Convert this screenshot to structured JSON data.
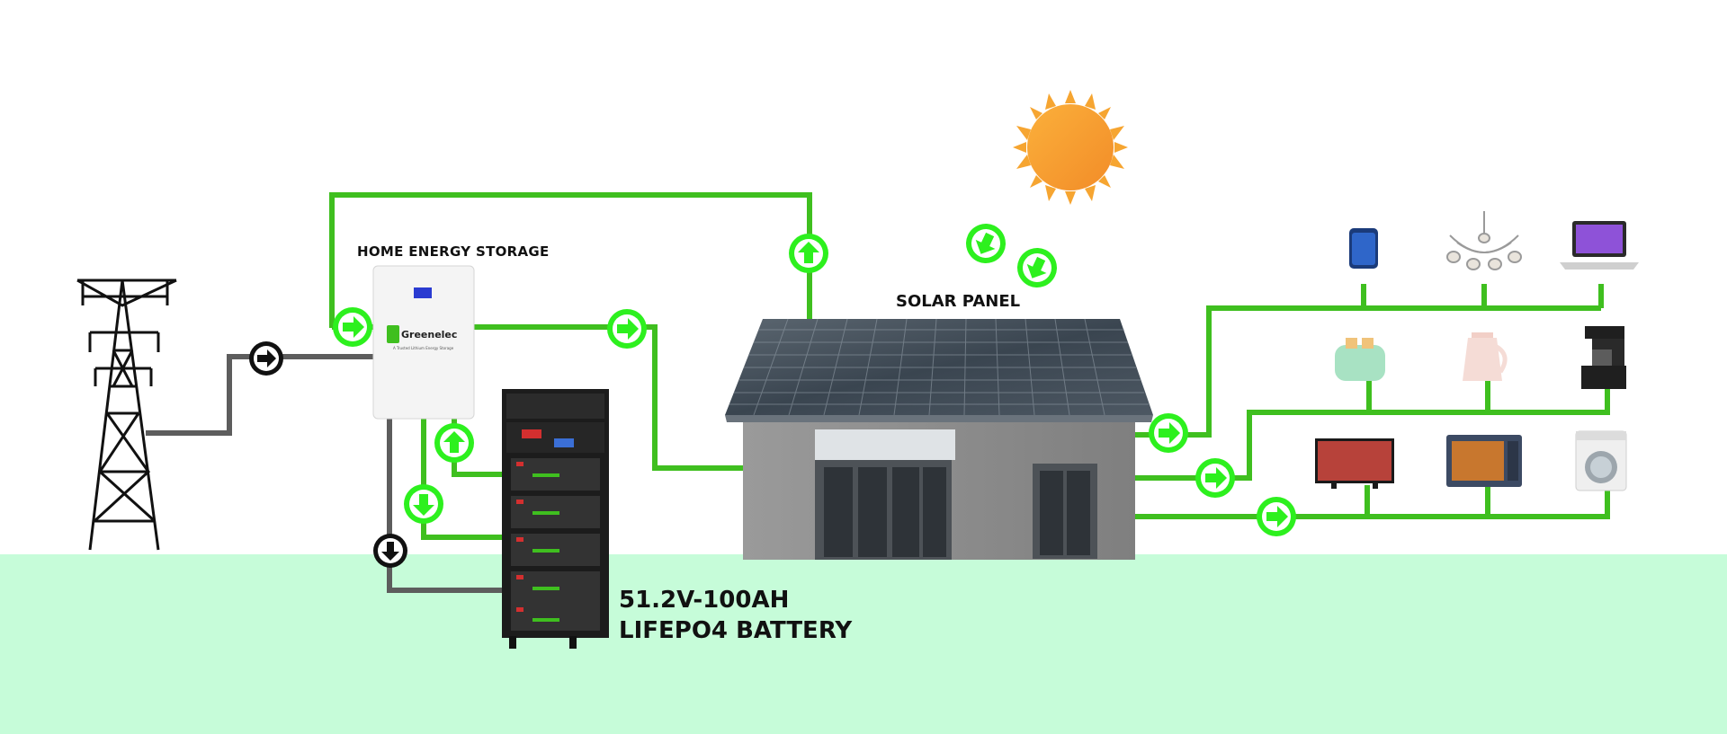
{
  "labels": {
    "home_energy_storage": "HOME ENERGY STORAGE",
    "solar_panel": "SOLAR PANEL",
    "battery_line1": "51.2V-100AH",
    "battery_line2": "LIFEPO4 BATTERY"
  },
  "brand": {
    "logo_text": "Greenelec",
    "tagline": "A Trusted Lithium Energy Storage"
  },
  "colors": {
    "grid_line": "#5d5d5d",
    "flow_line": "#3fbf1f",
    "flow_arrow": "#2df01e",
    "ground": "#c6fcd9",
    "sun": "#f6a531",
    "house_wall": "#8f8f8f",
    "panel": "#3c4650"
  },
  "icons": [
    "power-tower-icon",
    "sun-icon",
    "smartphone-icon",
    "chandelier-icon",
    "laptop-icon",
    "toaster-icon",
    "kettle-icon",
    "coffee-maker-icon",
    "television-icon",
    "oven-icon",
    "washing-machine-icon"
  ]
}
